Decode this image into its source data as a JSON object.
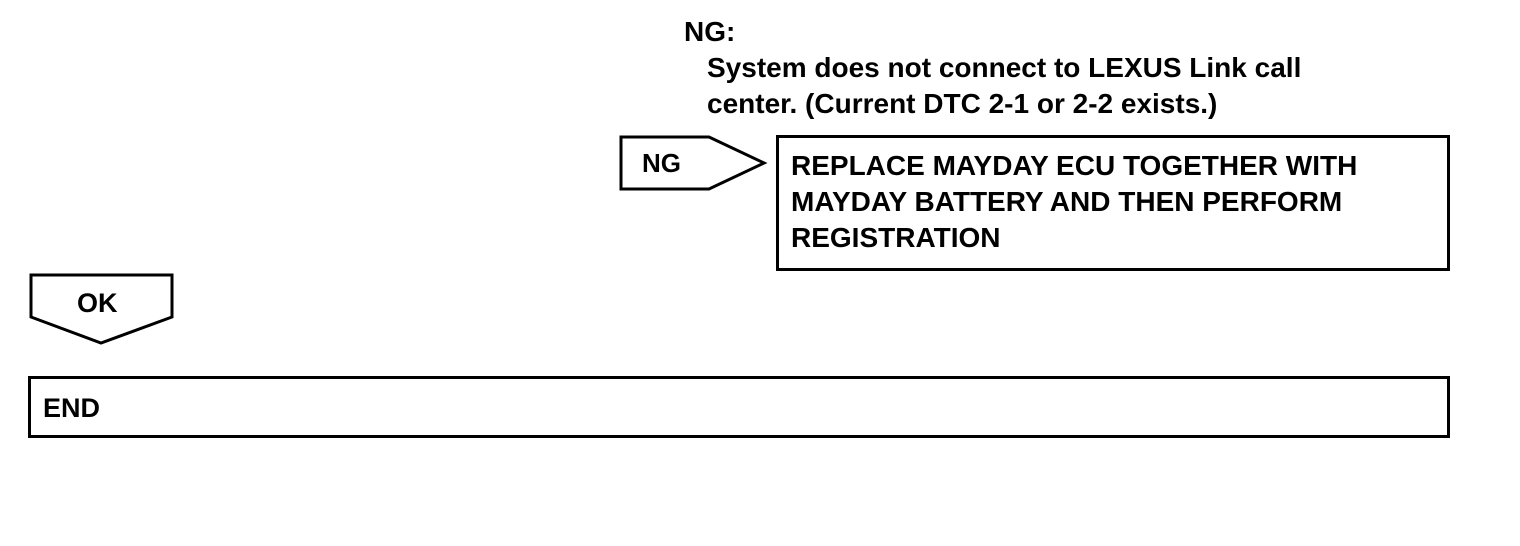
{
  "ng_condition": {
    "title": "NG:",
    "line1": "System does not connect to LEXUS Link call",
    "line2": "center. (Current DTC 2-1 or 2-2 exists.)"
  },
  "ng_arrow": {
    "label": "NG"
  },
  "replace_box": {
    "lines": [
      "REPLACE MAYDAY ECU TOGETHER WITH",
      "MAYDAY BATTERY AND THEN PERFORM",
      "REGISTRATION"
    ]
  },
  "ok_arrow": {
    "label": "OK"
  },
  "end_box": {
    "label": "END"
  }
}
